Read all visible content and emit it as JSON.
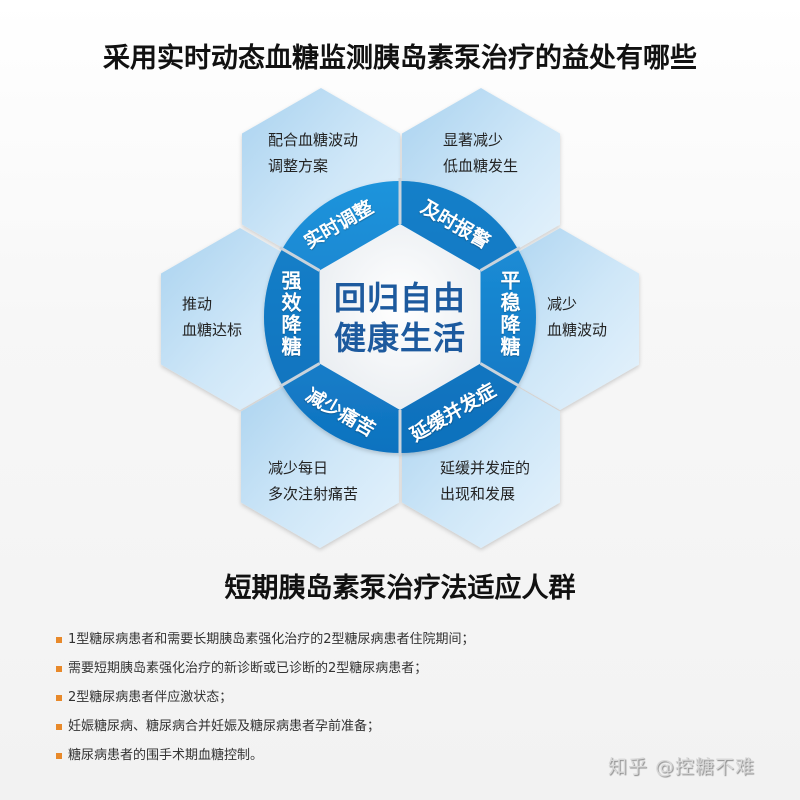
{
  "header": {
    "title": "采用实时动态血糖监测胰岛素泵治疗的益处有哪些"
  },
  "diagram": {
    "center": {
      "line1": "回归自由",
      "line2": "健康生活",
      "color": "#1d5a9e"
    },
    "ring_color": "#1a8ad4",
    "ring_segments": [
      {
        "label": "实时调整",
        "position": "top-left"
      },
      {
        "label": "及时报警",
        "position": "top-right"
      },
      {
        "label": "平稳降糖",
        "position": "right"
      },
      {
        "label": "延缓并发症",
        "position": "bottom-right"
      },
      {
        "label": "减少痛苦",
        "position": "bottom-left"
      },
      {
        "label": "强效降糖",
        "position": "left"
      }
    ],
    "hexagons": [
      {
        "position": "top-left",
        "line1": "配合血糖波动",
        "line2": "调整方案"
      },
      {
        "position": "top-right",
        "line1": "显著减少",
        "line2": "低血糖发生"
      },
      {
        "position": "right",
        "line1": "减少",
        "line2": "血糖波动"
      },
      {
        "position": "bottom-right",
        "line1": "延缓并发症的",
        "line2": "出现和发展"
      },
      {
        "position": "bottom-left",
        "line1": "减少每日",
        "line2": "多次注射痛苦"
      },
      {
        "position": "left",
        "line1": "推动",
        "line2": "血糖达标"
      }
    ]
  },
  "indications": {
    "title": "短期胰岛素泵治疗法适应人群",
    "bullet_color": "#e8892a",
    "items": [
      "1型糖尿病患者和需要长期胰岛素强化治疗的2型糖尿病患者住院期间；",
      "需要短期胰岛素强化治疗的新诊断或已诊断的2型糖尿病患者；",
      "2型糖尿病患者伴应激状态；",
      "妊娠糖尿病、糖尿病合并妊娠及糖尿病患者孕前准备；",
      "糖尿病患者的围手术期血糖控制。"
    ]
  },
  "watermark": "知乎 @控糖不难"
}
